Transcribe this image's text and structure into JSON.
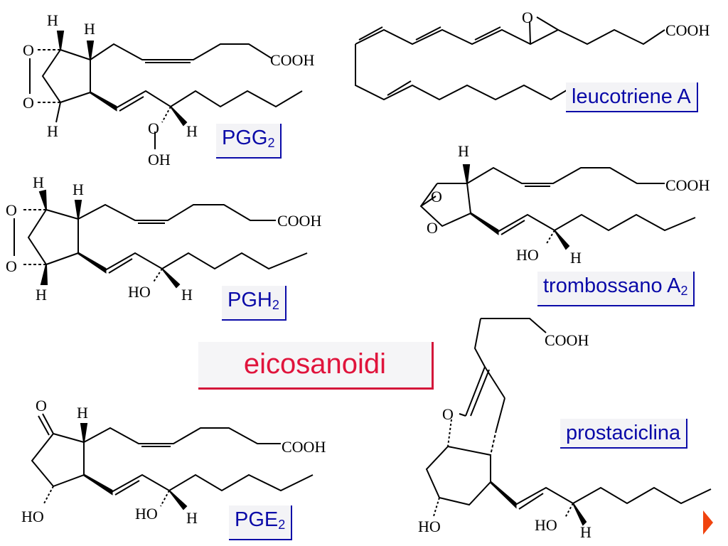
{
  "title": "eicosanoidi",
  "labels": {
    "pgg2": {
      "name": "PGG",
      "sub": "2"
    },
    "pgh2": {
      "name": "PGH",
      "sub": "2"
    },
    "pge2": {
      "name": "PGE",
      "sub": "2"
    },
    "leucotriene": {
      "name": "leucotriene A"
    },
    "trombossano": {
      "name": "trombossano A",
      "sub": "2"
    },
    "prostaciclina": {
      "name": "prostaciclina"
    }
  },
  "atoms": {
    "h": "H",
    "o": "O",
    "oh": "OH",
    "ho": "HO",
    "cooh": "COOH"
  },
  "colors": {
    "label": "#0a0aa8",
    "title": "#e0143c",
    "arrow": "#f0430e"
  },
  "icons": {
    "next": "next-slide-arrow-icon"
  }
}
